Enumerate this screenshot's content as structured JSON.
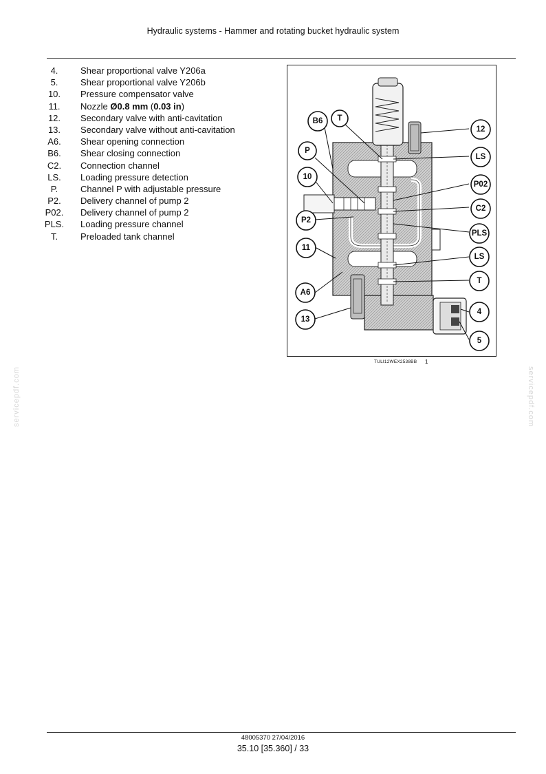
{
  "header": {
    "title": "Hydraulic systems - Hammer and rotating bucket hydraulic system"
  },
  "legend": [
    {
      "num": "4.",
      "text": "Shear proportional valve Y206a"
    },
    {
      "num": "5.",
      "text": "Shear proportional valve Y206b"
    },
    {
      "num": "10.",
      "text": "Pressure compensator valve"
    },
    {
      "num": "11.",
      "text_pre": "Nozzle ",
      "text_bold": "Ø0.8 mm",
      "text_mid": " (",
      "text_bold2": "0.03 in",
      "text_post": ")"
    },
    {
      "num": "12.",
      "text": "Secondary valve with anti-cavitation"
    },
    {
      "num": "13.",
      "text": "Secondary valve without anti-cavitation"
    },
    {
      "num": "A6.",
      "text": "Shear opening connection"
    },
    {
      "num": "B6.",
      "text": "Shear closing connection"
    },
    {
      "num": "C2.",
      "text": "Connection channel"
    },
    {
      "num": "LS.",
      "text": "Loading pressure detection"
    },
    {
      "num": "P.",
      "text": "Channel P with adjustable pressure"
    },
    {
      "num": "P2.",
      "text": "Delivery channel of pump 2"
    },
    {
      "num": "P02.",
      "text": "Delivery channel of pump 2"
    },
    {
      "num": "PLS.",
      "text": "Loading pressure channel"
    },
    {
      "num": "T.",
      "text": "Preloaded tank channel"
    }
  ],
  "figure": {
    "callouts": {
      "B6": "B6",
      "T_top": "T",
      "P": "P",
      "n10": "10",
      "P2": "P2",
      "n11": "11",
      "A6": "A6",
      "n13": "13",
      "n12": "12",
      "LS_top": "LS",
      "P02": "P02",
      "C2": "C2",
      "PLS": "PLS",
      "LS_bottom": "LS",
      "T_bottom": "T",
      "n4": "4",
      "n5": "5"
    },
    "caption": "TULI12WEX2538BB",
    "number": "1"
  },
  "watermark": "servicepdf.com",
  "footer": {
    "doc": "48005370 27/04/2016",
    "page": "35.10 [35.360] / 33"
  }
}
